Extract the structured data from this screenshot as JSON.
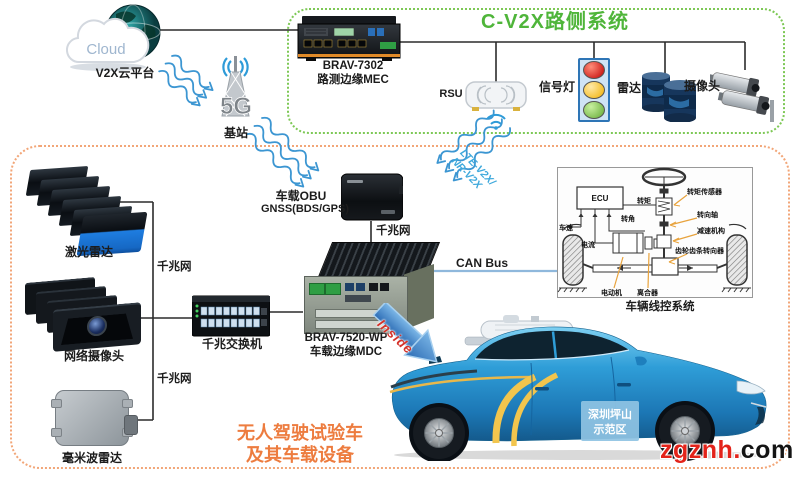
{
  "colors": {
    "roadside_green": "#4FB53A",
    "vehicle_orange": "#ED7C3F",
    "signal_blue": "#3C96D2",
    "v2x_text_blue": "#3FA9DC",
    "can_bus_blue": "#8FB8DC",
    "car_blue": "#2F9ED8",
    "watermark_red": "#E3231A"
  },
  "cloud": {
    "label": "Cloud",
    "caption": "V2X云平台"
  },
  "base_station": {
    "caption": "基站",
    "tower": "5G"
  },
  "roadside": {
    "title": "C-V2X路侧系统",
    "mec_model": "BRAV-7302",
    "mec_name": "路测边缘MEC",
    "rsu": "RSU",
    "signal_light": "信号灯",
    "radar": "雷达",
    "camera": "摄像头"
  },
  "links": {
    "v2x_air_line1": "LTE-V2X/",
    "v2x_air_line2": "NR-V2X",
    "gige": "千兆网",
    "can": "CAN Bus",
    "inside": "Inside"
  },
  "onboard": {
    "obu_line1": "车载OBU",
    "obu_line2": "GNSS(BDS/GPS)",
    "lidar": "激光雷达",
    "net_camera": "网络摄像头",
    "mmwave": "毫米波雷达",
    "switch": "千兆交换机",
    "mdc_model": "BRAV-7520-WP",
    "mdc_name": "车载边缘MDC",
    "caption_line1": "无人驾驶试验车",
    "caption_line2": "及其车载设备"
  },
  "control_system": {
    "caption": "车辆线控系统",
    "ecu": "ECU",
    "torque": "转矩",
    "angle": "转角",
    "speed": "车速",
    "current": "电流",
    "motor": "电动机",
    "clutch": "离合器",
    "torque_sensor": "转矩传感器",
    "steering_shaft": "转向轴",
    "reducer": "减速机构",
    "rack_pinion": "齿轮齿条转向器"
  },
  "car": {
    "plate_line1": "深圳坪山",
    "plate_line2": "示范区"
  },
  "watermark": {
    "red": "zgznh.",
    "dark": "com"
  }
}
